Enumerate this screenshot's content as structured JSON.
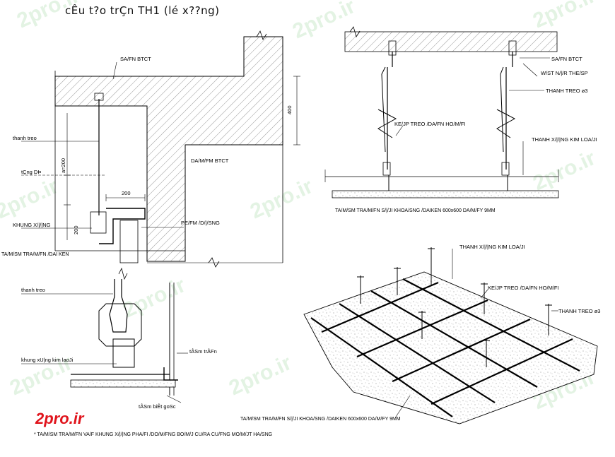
{
  "title": "cÊu t?o trÇn TH1 (lé x??ng)",
  "section_a": {
    "label_slab_top": "SA/FN BTCT",
    "label_hanger": "thanh treo",
    "label_level": "tÇng DÞ",
    "label_frame": "KHUNG X/|/|NG",
    "label_tile": "TA/M/SM TRA/M/FN /DAI KEN",
    "label_beam": "DA/M/FM BTCT",
    "label_clip": "PE/FM /D/|/SNG",
    "dim_400": "400",
    "dim_a200": "a=200",
    "dim_200_h": "200",
    "dim_200_v": "200"
  },
  "section_b": {
    "label_slab": "SA/FN BTCT",
    "label_anchor": "W/ST N/|/R THE/SP",
    "label_rod": "THANH TREO ø3",
    "label_clip": "KE/JP TREO /DA/FN HO/M/FI",
    "label_runner": "THANH X/|/|NG KIM LOA/JI",
    "label_bottom": "TA/M/SM TRA/M/FN S/|/JI KHOA/SNG /DAIKEN 600x600 DA/M/FY 9MM"
  },
  "section_c": {
    "label_hanger": "thanh treo",
    "label_frame": "khung xU|ng kim laoJi",
    "label_wall_trim": "tÂSm trÂFn",
    "label_edge": "tÂSm biÊt goSc"
  },
  "iso_view": {
    "label_runner": "THANH X/|/|NG KIM LOA/JI",
    "label_clip": "KE/JP TREO /DA/FN HO/M/FI",
    "label_rod": "THANH TREO ø3",
    "label_tile": "TA/M/SM TRA/M/FN S/|/JI KHOA/SNG /DAIKEN 600x600 DA/M/FY 9MM"
  },
  "watermark": "2pro.ir",
  "brand": "2pro.ir",
  "footnote": "* TA/M/SM TRA/M/FN VA/F KHUNG X/|/|NG PHA/FI /DO/M/FNG BO/M/J CU/RA CU/FNG MO/M/JT HA/SNG"
}
